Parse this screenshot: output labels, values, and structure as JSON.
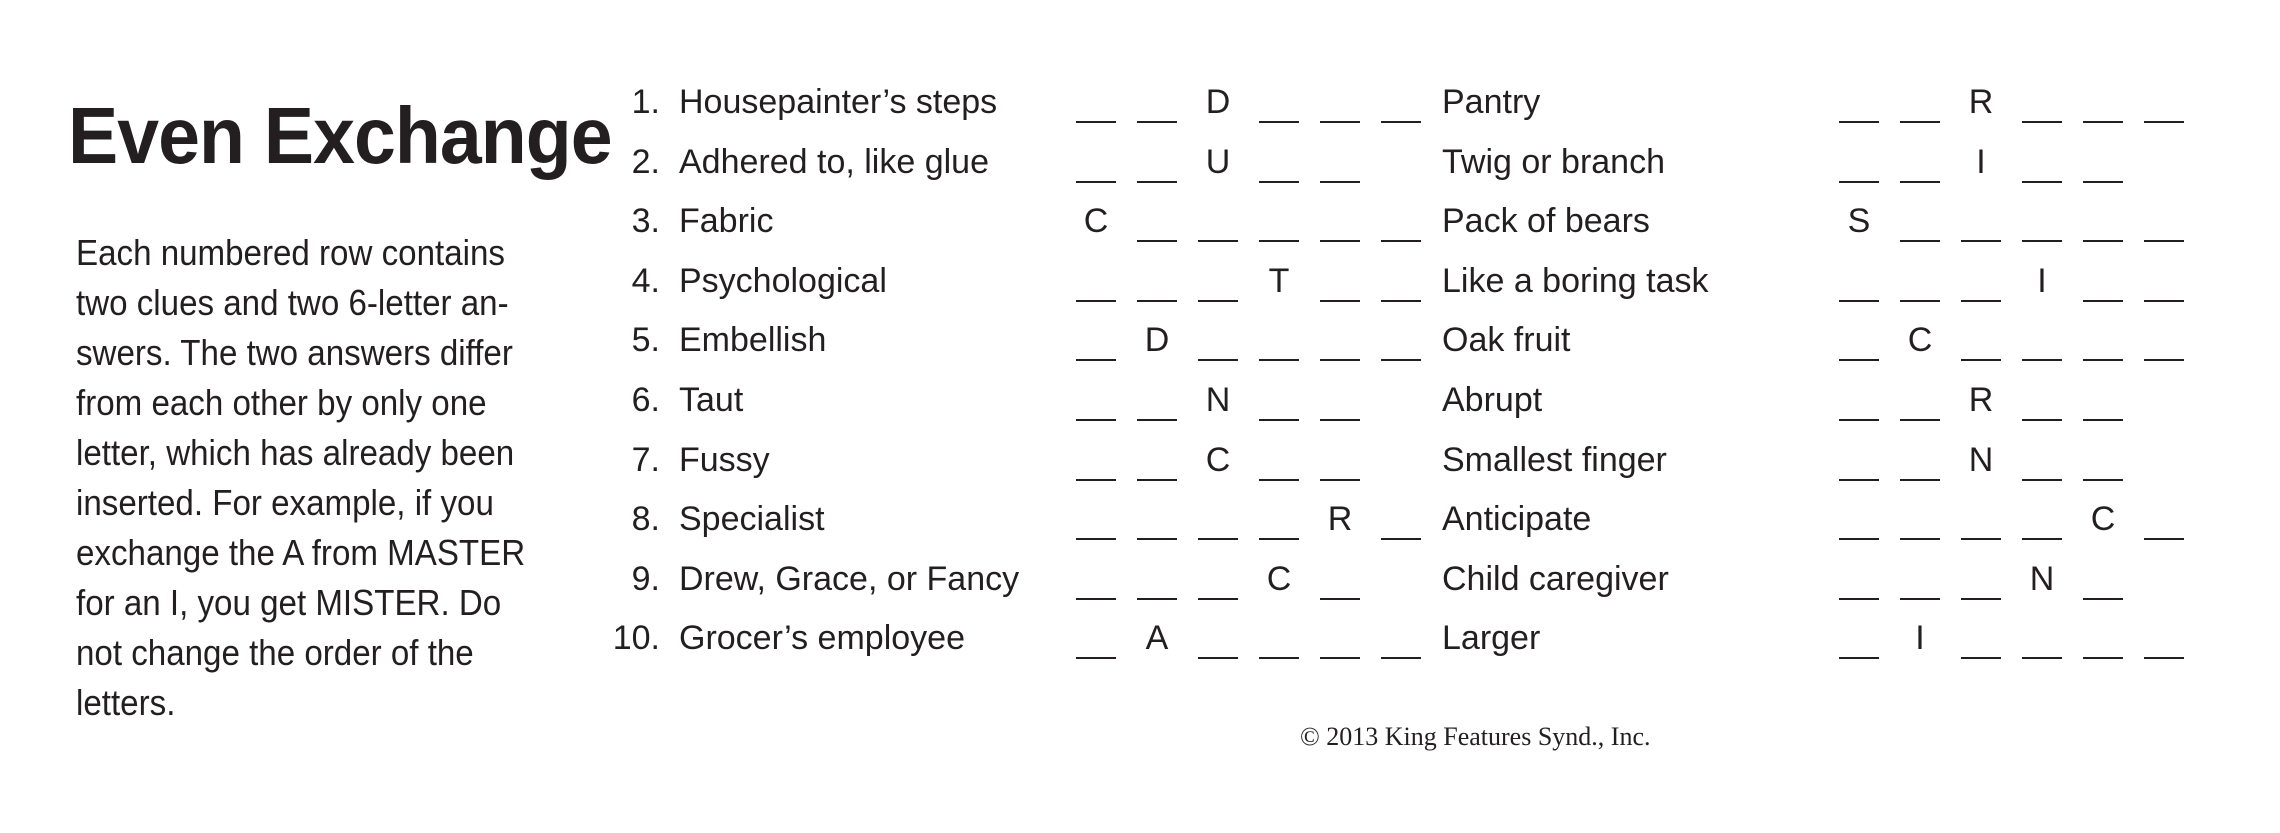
{
  "title": "Even Exchange",
  "instructions": "Each numbered row contains\ntwo clues and two 6-letter an-\nswers. The two answers differ\nfrom each other by only one\nletter, which has already been\ninserted. For example, if you\nexchange the A from MASTER\nfor an I, you get MISTER. Do\nnot change the order of the\nletters.",
  "rows": [
    {
      "number": "1.",
      "left_clue": "Housepainter’s steps",
      "left_pattern": [
        "",
        "",
        "D",
        "",
        "",
        ""
      ],
      "right_clue": "Pantry",
      "right_pattern": [
        "",
        "",
        "R",
        "",
        "",
        ""
      ]
    },
    {
      "number": "2.",
      "left_clue": "Adhered to, like glue",
      "left_pattern": [
        "",
        "",
        "U",
        "",
        ""
      ],
      "right_clue": "Twig or branch",
      "right_pattern": [
        "",
        "",
        "I",
        "",
        ""
      ]
    },
    {
      "number": "3.",
      "left_clue": "Fabric",
      "left_pattern": [
        "C",
        "",
        "",
        "",
        "",
        ""
      ],
      "right_clue": "Pack of bears",
      "right_pattern": [
        "S",
        "",
        "",
        "",
        "",
        ""
      ]
    },
    {
      "number": "4.",
      "left_clue": "Psychological",
      "left_pattern": [
        "",
        "",
        "",
        "T",
        "",
        ""
      ],
      "right_clue": "Like a boring task",
      "right_pattern": [
        "",
        "",
        "",
        "I",
        "",
        ""
      ]
    },
    {
      "number": "5.",
      "left_clue": "Embellish",
      "left_pattern": [
        "",
        "D",
        "",
        "",
        "",
        ""
      ],
      "right_clue": "Oak fruit",
      "right_pattern": [
        "",
        "C",
        "",
        "",
        "",
        ""
      ]
    },
    {
      "number": "6.",
      "left_clue": "Taut",
      "left_pattern": [
        "",
        "",
        "N",
        "",
        ""
      ],
      "right_clue": "Abrupt",
      "right_pattern": [
        "",
        "",
        "R",
        "",
        ""
      ]
    },
    {
      "number": "7.",
      "left_clue": "Fussy",
      "left_pattern": [
        "",
        "",
        "C",
        "",
        ""
      ],
      "right_clue": "Smallest finger",
      "right_pattern": [
        "",
        "",
        "N",
        "",
        ""
      ]
    },
    {
      "number": "8.",
      "left_clue": "Specialist",
      "left_pattern": [
        "",
        "",
        "",
        "",
        "R",
        ""
      ],
      "right_clue": "Anticipate",
      "right_pattern": [
        "",
        "",
        "",
        "",
        "C",
        ""
      ]
    },
    {
      "number": "9.",
      "left_clue": "Drew, Grace, or Fancy",
      "left_pattern": [
        "",
        "",
        "",
        "C",
        ""
      ],
      "right_clue": "Child caregiver",
      "right_pattern": [
        "",
        "",
        "",
        "N",
        ""
      ]
    },
    {
      "number": "10.",
      "left_clue": "Grocer’s employee",
      "left_pattern": [
        "",
        "A",
        "",
        "",
        "",
        ""
      ],
      "right_clue": "Larger",
      "right_pattern": [
        "",
        "I",
        "",
        "",
        "",
        ""
      ]
    }
  ],
  "copyright": "© 2013 King Features Synd., Inc."
}
